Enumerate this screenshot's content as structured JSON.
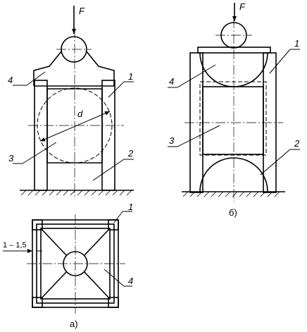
{
  "labels": {
    "force": "F",
    "diameter": "d",
    "part1": "1",
    "part2": "2",
    "part3": "3",
    "part4": "4",
    "clearance": "1 – 1,5",
    "caption_a": "а)",
    "caption_b": "б)"
  }
}
